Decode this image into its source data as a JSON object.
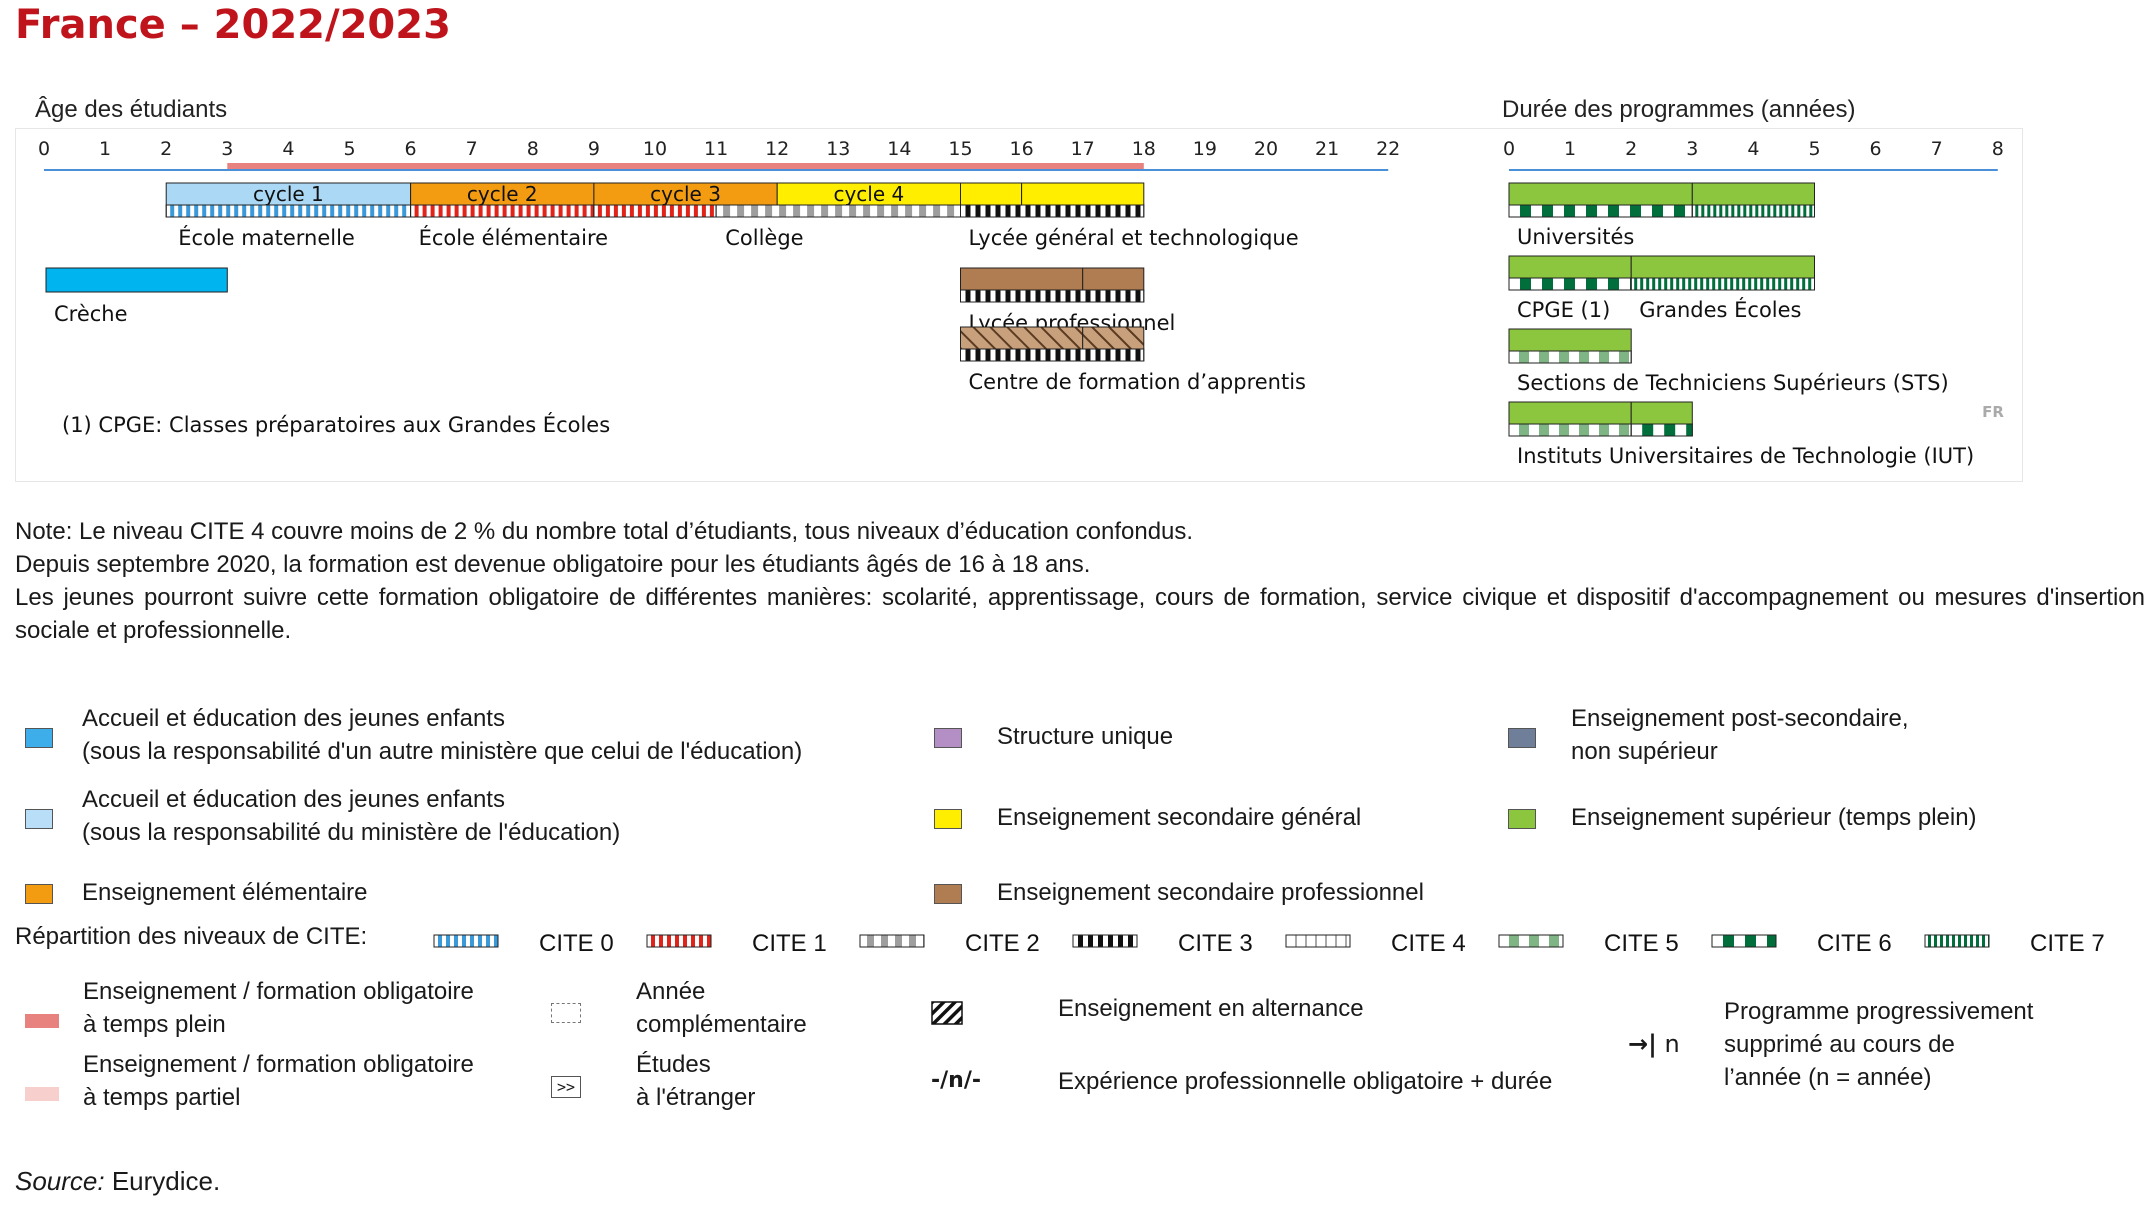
{
  "title": "France – 2022/2023",
  "age_header": "Âge des étudiants",
  "duration_header": "Durée des programmes (années)",
  "age_ticks": [
    "0",
    "1",
    "2",
    "3",
    "4",
    "5",
    "6",
    "7",
    "8",
    "9",
    "10",
    "11",
    "12",
    "13",
    "14",
    "15",
    "16",
    "17",
    "18",
    "19",
    "20",
    "21",
    "22"
  ],
  "duration_ticks": [
    "0",
    "1",
    "2",
    "3",
    "4",
    "5",
    "6",
    "7",
    "8"
  ],
  "compulsory": {
    "from_age": 3,
    "to_age": 18
  },
  "age_programs": [
    {
      "id": "ecole-maternelle",
      "label": "École maternelle",
      "color": "#aad8f5",
      "pattern": "cite0",
      "from": 2,
      "to": 6,
      "row": 0,
      "segments": [
        {
          "from": 2,
          "to": 6,
          "text": "cycle 1"
        }
      ]
    },
    {
      "id": "ecole-elementaire",
      "label": "École élémentaire",
      "color": "#f39c12",
      "pattern": "cite1",
      "from": 6,
      "to": 9,
      "row": 0,
      "segments": [
        {
          "from": 6,
          "to": 9,
          "text": "cycle 2"
        }
      ]
    },
    {
      "id": "college",
      "label": "Collège",
      "color": "#f39c12",
      "pattern": "cite1-cite2",
      "from": 9,
      "to": 15,
      "row": 0,
      "segments": [
        {
          "from": 9,
          "to": 12,
          "text": "cycle 3",
          "color_left": "#f39c12",
          "color_right": "#ffee00"
        },
        {
          "from": 12,
          "to": 15,
          "text": "cycle 4",
          "color": "#ffee00"
        }
      ]
    },
    {
      "id": "lycee-general",
      "label": "Lycée général et technologique",
      "color": "#ffee00",
      "pattern": "cite3",
      "from": 15,
      "to": 18,
      "row": 0,
      "segments": [
        {
          "from": 15,
          "to": 16,
          "text": ""
        },
        {
          "from": 16,
          "to": 18,
          "text": ""
        }
      ]
    },
    {
      "id": "creche",
      "label": "Crèche",
      "color": "#00b4ef",
      "pattern": "none",
      "from": 0,
      "to": 3,
      "row": 1,
      "segments": [
        {
          "from": 0,
          "to": 3,
          "text": ""
        }
      ]
    },
    {
      "id": "lycee-pro",
      "label": "Lycée professionnel",
      "color": "#b07c52",
      "pattern": "cite3",
      "from": 15,
      "to": 18,
      "row": 1,
      "segments": [
        {
          "from": 15,
          "to": 17,
          "text": ""
        },
        {
          "from": 17,
          "to": 18,
          "text": ""
        }
      ]
    },
    {
      "id": "cfa",
      "label": "Centre de formation d’apprentis",
      "color": "#c9a07c",
      "pattern": "cite3",
      "hatch": true,
      "from": 15,
      "to": 18,
      "row": 2,
      "segments": [
        {
          "from": 15,
          "to": 17,
          "text": ""
        },
        {
          "from": 17,
          "to": 18,
          "text": ""
        }
      ]
    }
  ],
  "cpge_note": "(1) CPGE: Classes préparatoires aux Grandes Écoles",
  "country_code": "FR",
  "duration_programs": [
    {
      "id": "universites",
      "labels": [
        {
          "text": "Universités",
          "at": 0
        }
      ],
      "row": 0,
      "segments": [
        {
          "from": 0,
          "to": 3,
          "pattern": "cite6"
        },
        {
          "from": 3,
          "to": 5,
          "pattern": "cite7"
        }
      ]
    },
    {
      "id": "cpge",
      "labels": [
        {
          "text": "CPGE (1)",
          "at": 0
        },
        {
          "text": "Grandes Écoles",
          "at": 2
        }
      ],
      "row": 1,
      "segments": [
        {
          "from": 0,
          "to": 2,
          "pattern": "cite6"
        },
        {
          "from": 2,
          "to": 5,
          "pattern": "cite7"
        }
      ]
    },
    {
      "id": "sts",
      "labels": [
        {
          "text": "Sections de Techniciens Supérieurs (STS)",
          "at": 0
        }
      ],
      "row": 2,
      "segments": [
        {
          "from": 0,
          "to": 2,
          "pattern": "cite5"
        }
      ]
    },
    {
      "id": "iut",
      "labels": [
        {
          "text": "Instituts Universitaires de Technologie (IUT)",
          "at": 0
        }
      ],
      "row": 3,
      "segments": [
        {
          "from": 0,
          "to": 2,
          "pattern": "cite5"
        },
        {
          "from": 2,
          "to": 3,
          "pattern": "cite6"
        }
      ]
    }
  ],
  "notes": [
    "Note: Le niveau CITE 4 couvre moins de 2 % du nombre total d’étudiants, tous niveaux d’éducation confondus.",
    "Depuis septembre 2020, la formation est devenue obligatoire pour les étudiants âgés de 16 à 18 ans.",
    "Les jeunes pourront suivre cette formation obligatoire de différentes manières: scolarité, apprentissage, cours de formation, service civique et dispositif d'accompagnement ou mesures d'insertion sociale et professionnelle."
  ],
  "legend_colors": [
    {
      "color": "#3daee9",
      "line1": "Accueil et éducation des jeunes enfants",
      "line2": "(sous la responsabilité d'un autre ministère que celui de l'éducation)"
    },
    {
      "color": "#b9def8",
      "line1": "Accueil et éducation des jeunes enfants",
      "line2": "(sous la responsabilité du ministère de l'éducation)"
    },
    {
      "color": "#f39c12",
      "line1": "Enseignement élémentaire",
      "line2": ""
    },
    {
      "color": "#b48fc6",
      "line1": "Structure unique",
      "line2": ""
    },
    {
      "color": "#ffee00",
      "line1": "Enseignement secondaire général",
      "line2": ""
    },
    {
      "color": "#b07c52",
      "line1": "Enseignement secondaire professionnel",
      "line2": ""
    },
    {
      "color": "#6f7f99",
      "line1": "Enseignement post-secondaire,",
      "line2": "non supérieur"
    },
    {
      "color": "#8cc63f",
      "line1": "Enseignement supérieur (temps plein)",
      "line2": ""
    }
  ],
  "cite_title": "Répartition des niveaux de CITE:",
  "cite_levels": [
    {
      "label": "CITE 0",
      "pattern": "cite0"
    },
    {
      "label": "CITE 1",
      "pattern": "cite1"
    },
    {
      "label": "CITE 2",
      "pattern": "cite2"
    },
    {
      "label": "CITE 3",
      "pattern": "cite3"
    },
    {
      "label": "CITE 4",
      "pattern": "cite4"
    },
    {
      "label": "CITE 5",
      "pattern": "cite5"
    },
    {
      "label": "CITE 6",
      "pattern": "cite6"
    },
    {
      "label": "CITE 7",
      "pattern": "cite7"
    }
  ],
  "legend_misc": {
    "full_time_line1": "Enseignement / formation obligatoire",
    "full_time_line2": "à temps plein",
    "part_time_line1": "Enseignement / formation obligatoire",
    "part_time_line2": "à temps partiel",
    "extra_year_line1": "Année",
    "extra_year_line2": "complémentaire",
    "abroad_symbol": ">>",
    "abroad_line1": "Études",
    "abroad_line2": "à l'étranger",
    "alternance": "Enseignement en alternance",
    "experience_symbol": "-/n/-",
    "experience": "Expérience professionnelle obligatoire + durée",
    "phased_symbol": "n",
    "phased_line1": "Programme progressivement",
    "phased_line2": "supprimé au cours de",
    "phased_line3": "l’année (n = année)"
  },
  "colors": {
    "full_time": "#e8827e",
    "part_time": "#f7cfcd",
    "title": "#c0141c",
    "axis": "#4a90d9"
  },
  "source_label": "Source:",
  "source_value": " Eurydice."
}
